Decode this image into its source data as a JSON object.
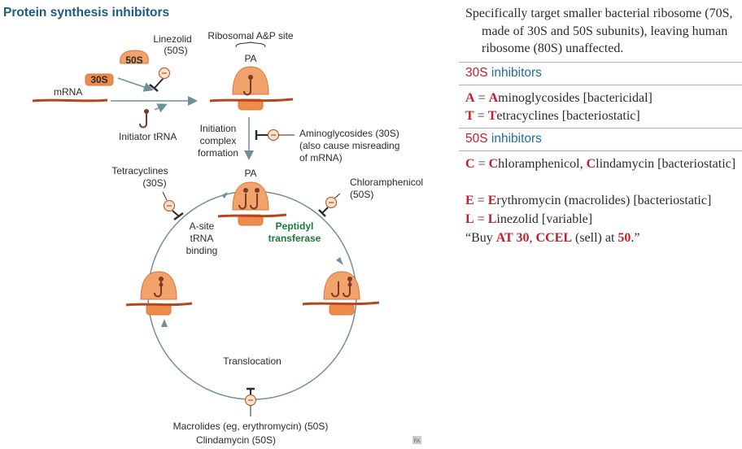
{
  "diagram": {
    "title": "Protein synthesis inhibitors",
    "labels": {
      "sub50": "50S",
      "sub30": "30S",
      "mrna": "mRNA",
      "initiator_trna": "Initiator tRNA",
      "linezolid_1": "Linezolid",
      "linezolid_2": "(50S)",
      "ribosomal_site": "Ribosomal A&P site",
      "pa_top": "PA",
      "pa_mid": "PA",
      "initiation_1": "Initiation",
      "initiation_2": "complex",
      "initiation_3": "formation",
      "amino_1": "Aminoglycosides (30S)",
      "amino_2": "(also cause misreading",
      "amino_3": "of mRNA)",
      "tetra_1": "Tetracyclines",
      "tetra_2": "(30S)",
      "chloram_1": "Chloramphenicol",
      "chloram_2": "(50S)",
      "asite_1": "A-site",
      "asite_2": "tRNA",
      "asite_3": "binding",
      "peptidyl_1": "Peptidyl",
      "peptidyl_2": "transferase",
      "translocation": "Translocation",
      "macro_1": "Macrolides  (eg, erythromycin) (50S)",
      "macro_2": "Clindamycin (50S)",
      "fa_mark": "FA"
    }
  },
  "panel": {
    "intro": "Specifically target smaller bacterial ribosome (70S, made of 30S and 50S subunits), leaving human ribosome (80S) unaffected.",
    "s30_head_num": "30S",
    "s30_head_rest": " inhibitors",
    "s30_items": [
      {
        "letter": "A",
        "eq": " = ",
        "bold": "A",
        "rest": "minoglycosides [bactericidal]"
      },
      {
        "letter": "T",
        "eq": " = ",
        "bold": "T",
        "rest": "etracyclines [bacteriostatic]"
      }
    ],
    "s50_head_num": "50S",
    "s50_head_rest": " inhibitors",
    "s50_items": {
      "c": {
        "letter": "C",
        "eq": " = ",
        "b1": "C",
        "r1": "hloramphenicol, ",
        "b2": "C",
        "r2": "lindamycin [bacteriostatic]"
      },
      "e": {
        "letter": "E",
        "eq": " = ",
        "b1": "E",
        "r1": "rythromycin (macrolides) [bacteriostatic]"
      },
      "l": {
        "letter": "L",
        "eq": " = ",
        "b1": "L",
        "r1": "inezolid [variable]"
      }
    },
    "mnemonic": {
      "p1": "“Buy ",
      "at30": "AT 30",
      "p2": ", ",
      "ccel": "CCEL",
      "p3": " (sell) at ",
      "n50": "50",
      "p4": ".”"
    }
  }
}
